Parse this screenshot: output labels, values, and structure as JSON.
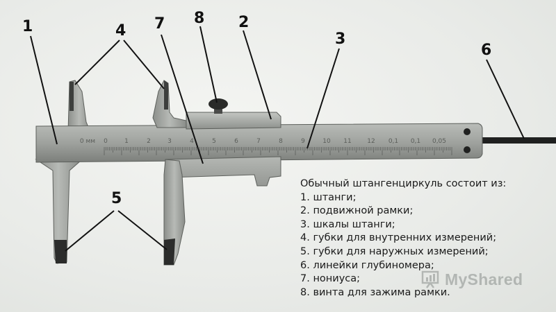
{
  "labels": [
    "1",
    "2",
    "3",
    "4",
    "5",
    "6",
    "7",
    "8"
  ],
  "scale_marks": [
    "0 мм",
    "0",
    "1",
    "2",
    "3",
    "4",
    "5",
    "6",
    "7",
    "8",
    "9",
    "10",
    "11",
    "12",
    "0,1",
    "0,1",
    "0,05"
  ],
  "legend": {
    "title": "Обычный штангенциркуль состоит из:",
    "items": [
      "1. штанги;",
      "2. подвижной рамки;",
      "3. шкалы штанги;",
      "4. губки для внутренних измерений;",
      "5. губки для наружных измерений;",
      "6. линейки глубиномера;",
      "7. нониуса;",
      "8. винта для зажима рамки."
    ]
  },
  "watermark": "MyShared",
  "colors": {
    "steel": "#a4a7a3",
    "steel_dark": "#6e716d",
    "shadow": "#3c3e3b",
    "text": "#1a1a1a"
  }
}
